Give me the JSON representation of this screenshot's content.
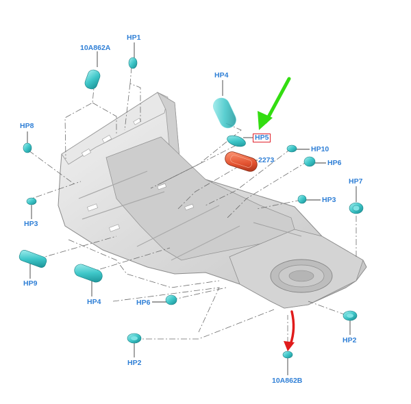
{
  "labels": {
    "10A862A": "10A862A",
    "HP1": "HP1",
    "HP4_top": "HP4",
    "HP8": "HP8",
    "HP5": "HP5",
    "2273": "2273",
    "HP10": "HP10",
    "HP6_right": "HP6",
    "HP7": "HP7",
    "HP3_right": "HP3",
    "HP3_left": "HP3",
    "HP9": "HP9",
    "HP4_bottom": "HP4",
    "HP6_bottom": "HP6",
    "HP2_left": "HP2",
    "HP2_right": "HP2",
    "10A862B": "10A862B"
  },
  "colors": {
    "label_text": "#2f7fd6",
    "plug_fill": "#3fc7c9",
    "highlight_part": "#e2512f",
    "green_arrow": "#33dd11",
    "red_arrow": "#e01b1b",
    "label_box": "#e0202a",
    "floor_pan": "#d9d9d9"
  }
}
